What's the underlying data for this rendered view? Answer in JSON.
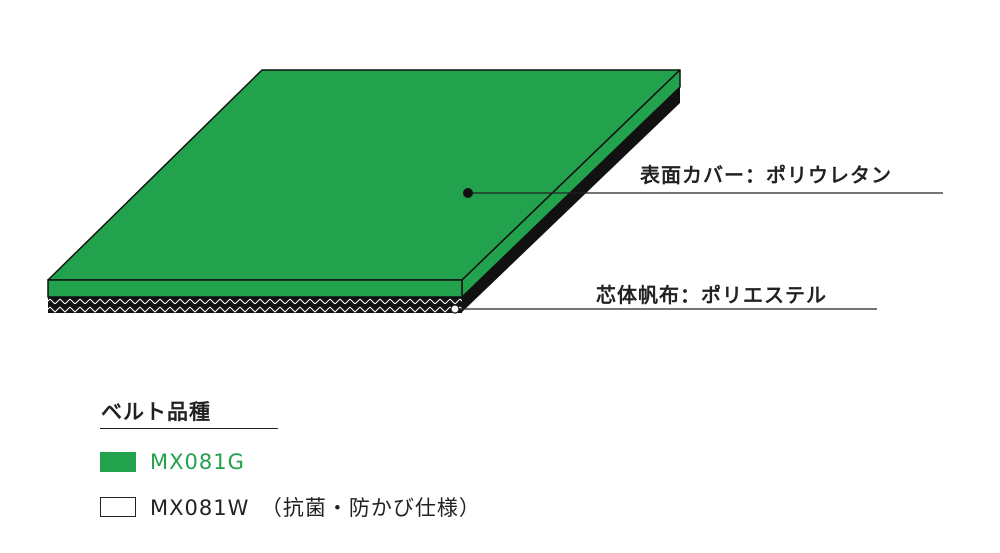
{
  "callouts": {
    "surface": "表面カバー：ポリウレタン",
    "core": "芯体帆布：ポリエステル"
  },
  "legend": {
    "title": "ベルト品種",
    "items": [
      {
        "label": "MX081G",
        "swatch_color": "#23a24d",
        "text_color": "#23a24d"
      },
      {
        "label": "MX081W　（抗菌・防かび仕様）",
        "swatch_color": "#ffffff",
        "text_color": "#222222"
      }
    ]
  },
  "colors": {
    "belt_surface": "#23a24d",
    "core_fabric": "#111111",
    "line": "#222222"
  }
}
